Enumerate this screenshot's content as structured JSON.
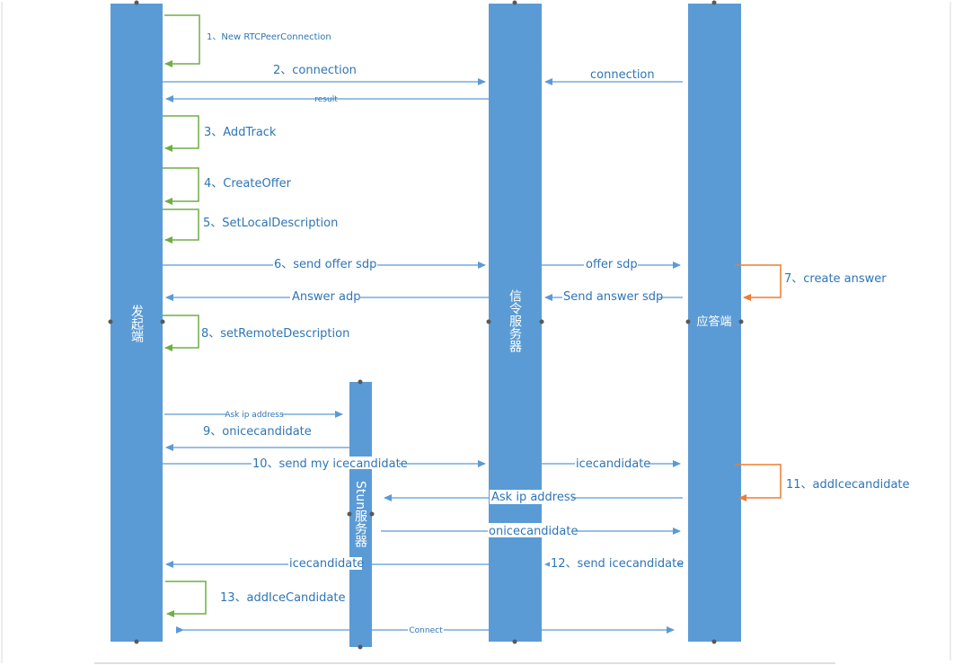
{
  "participants": {
    "initiator": "发起端",
    "signal_server": "信令服务器",
    "stun_server": "Stun服务器",
    "responder": "应答端"
  },
  "messages": {
    "m1": "1、New RTCPeerConnection",
    "m2": "2、connection",
    "m2_result": "result",
    "m2_responder": "connection",
    "m3": "3、AddTrack",
    "m4": "4、CreateOffer",
    "m5": "5、SetLocalDescription",
    "m6": "6、send offer  sdp",
    "m6_forward": "offer sdp",
    "m7": "7、create answer",
    "m7_back": "Send answer sdp",
    "m7_forward": "Answer adp",
    "m8": "8、setRemoteDescription",
    "m9_ask": "Ask ip address",
    "m9": "9、onicecandidate",
    "m10": "10、send my icecandidate",
    "m10_forward": "icecandidate",
    "m11": "11、addIcecandidate",
    "m11_ask": "Ask ip address",
    "m11_on": "onicecandidate",
    "m12": "12、send icecandidate",
    "m12_forward": "icecandidate",
    "m13": "13、addIceCandidate",
    "connect": "Connect"
  },
  "colors": {
    "pillar": "#5b9bd5",
    "message": "#5b9bd5",
    "self_call_initiator": "#70ad47",
    "self_call_responder": "#ed7d31",
    "text": "#2e75b6"
  }
}
